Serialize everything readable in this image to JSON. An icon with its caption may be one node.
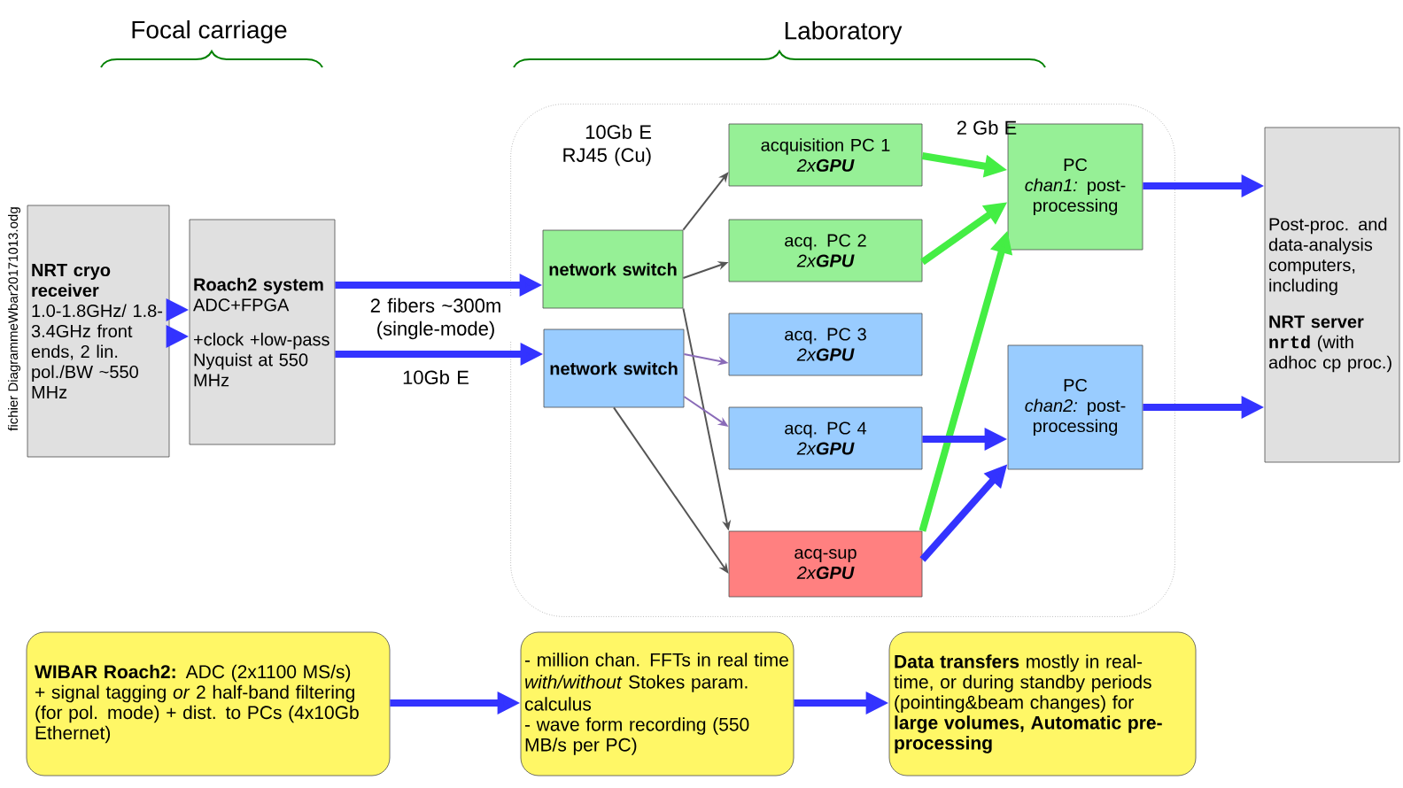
{
  "diagram": {
    "nodes": [
      {
        "text": [
          "Laboratory"
        ]
      },
      {
        "text": [
          "NRT cryo receiver",
          "1.0-1.8GHz/ 1.8-3.4GHz front ends, 2 lin. pol./BW ~550 MHz"
        ]
      },
      {
        "text": [
          "Roach2 system",
          "ADC+FPGA",
          "+clock +low-pass Nyquist at 550 MHz"
        ]
      },
      {
        "text": [
          "network switch"
        ],
        "in": 0
      },
      {
        "text": [
          "network switch"
        ],
        "in": 0
      },
      {
        "text": [
          "acquisition PC 1",
          "2x**GPU**"
        ],
        "in": 0
      },
      {
        "text": [
          "acq. PC 2",
          "2x**GPU**"
        ],
        "in": 0
      },
      {
        "text": [
          "acq. PC 3",
          "2x**GPU**"
        ],
        "in": 0
      },
      {
        "text": [
          "acq. PC 4",
          "2x**GPU**"
        ],
        "in": 0
      },
      {
        "text": [
          "acq-sup",
          "2x**GPU**"
        ],
        "in": 0
      },
      {
        "text": [
          "PC",
          "*chan1:* post-processing"
        ],
        "in": 0
      },
      {
        "text": [
          "PC",
          "*chan2:* post-processing"
        ],
        "in": 0
      },
      {
        "text": [
          "Post-proc. and data-analysis computers, including",
          "NRT server",
          "nrtd",
          "(with adhoc cp proc.)"
        ]
      },
      {
        "text": [
          "**WIBAR Roach2:** ADC (2x1100 MS/s) + signal tagging *or* 2 half-band filtering (for pol. mode) + dist. to PCs (4x10Gb Ethernet)"
        ]
      },
      {
        "text": [
          "- million chan. FFTs in real time *with/without* Stokes param. calculus",
          "- wave form recording (550 MB/s per PC)"
        ]
      },
      {
        "text": [
          "**Data transfers** mostly in real-time, or during standby periods (pointing&beam changes) for **large volumes, Automatic pre-processing**"
        ]
      }
    ],
    "edges": [
      {
        "from": 1,
        "to": 2,
        "arrow": "to"
      },
      {
        "from": 1,
        "to": 2,
        "arrow": "to"
      },
      {
        "from": 2,
        "to": 3,
        "arrow": "to",
        "label": "2 fibers ~300m (single-mode)"
      },
      {
        "from": 2,
        "to": 4,
        "arrow": "to",
        "label": "10Gb E"
      },
      {
        "from": 3,
        "to": 5,
        "arrow": "to",
        "color": "#555555"
      },
      {
        "from": 3,
        "to": 6,
        "arrow": "to",
        "color": "#555555"
      },
      {
        "from": 3,
        "to": 9,
        "arrow": "to",
        "color": "#555555"
      },
      {
        "from": 4,
        "to": 7,
        "arrow": "to",
        "color": "#8a6bb8"
      },
      {
        "from": 4,
        "to": 8,
        "arrow": "to",
        "color": "#8a6bb8"
      },
      {
        "from": 4,
        "to": 9,
        "arrow": "to",
        "color": "#555555"
      },
      {
        "from": 5,
        "to": 10,
        "arrow": "to",
        "color": "#44ee44"
      },
      {
        "from": 6,
        "to": 10,
        "arrow": "to",
        "color": "#44ee44"
      },
      {
        "from": 9,
        "to": 10,
        "arrow": "to",
        "color": "#44ee44"
      },
      {
        "from": 8,
        "to": 11,
        "arrow": "to"
      },
      {
        "from": 9,
        "to": 11,
        "arrow": "to"
      },
      {
        "from": 10,
        "to": 12,
        "arrow": "to"
      },
      {
        "from": 11,
        "to": 12,
        "arrow": "to"
      },
      {
        "from": 13,
        "to": 14,
        "arrow": "to"
      },
      {
        "from": 14,
        "to": 15,
        "arrow": "to"
      }
    ],
    "labels": [
      "Focal carriage",
      "10Gb E RJ45 (Cu)",
      "2 Gb E",
      "fichier DiagrammeWbar20171013.odg"
    ]
  }
}
